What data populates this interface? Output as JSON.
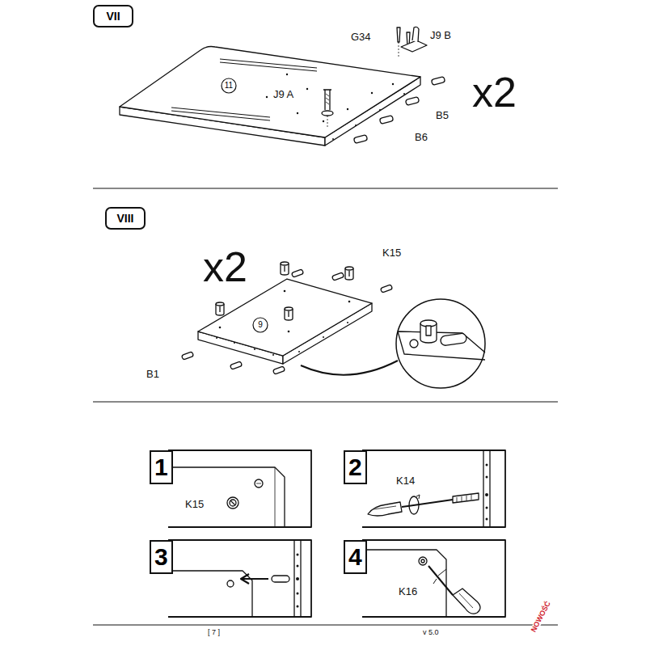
{
  "diagram": {
    "nodes": [
      {
        "text": [
          "VII"
        ]
      },
      {
        "text": [
          "11"
        ]
      },
      {
        "text": [
          "VIII"
        ]
      },
      {
        "text": [
          "9"
        ]
      },
      {
        "text": [
          "1"
        ]
      },
      {
        "text": [
          "2"
        ]
      },
      {
        "text": [
          "3"
        ]
      },
      {
        "text": [
          "4"
        ]
      }
    ],
    "labels": [
      "G34",
      "J9 B",
      "J9 A",
      "B5",
      "B6",
      "x2",
      "x2",
      "K15",
      "B1",
      "K15",
      "K14",
      "K16",
      "[ 7 ]",
      "v 5.0",
      "NOWOŚĆ"
    ]
  }
}
